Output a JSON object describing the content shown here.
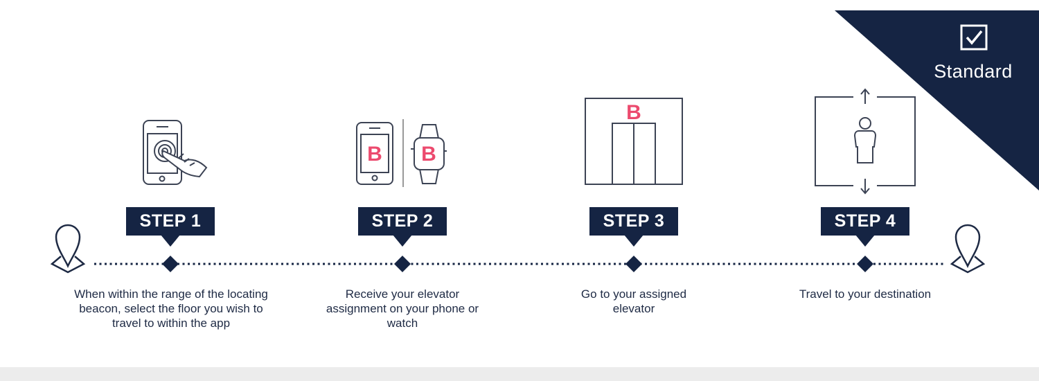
{
  "colors": {
    "navy": "#152443",
    "accent_pink": "#ec4a6e",
    "icon_stroke": "#3c4354"
  },
  "badge": {
    "icon": "checkbox-checked-icon",
    "label": "Standard"
  },
  "steps": [
    {
      "label": "STEP 1",
      "icon": "phone-tap-icon",
      "description": "When within the range of the locating beacon, select the floor you wish to travel to within the app"
    },
    {
      "label": "STEP 2",
      "icon": "phone-watch-icon",
      "icon_text": "B",
      "description": "Receive your elevator assignment on your phone or watch"
    },
    {
      "label": "STEP 3",
      "icon": "elevator-doors-icon",
      "icon_text": "B",
      "description": "Go to your assigned elevator"
    },
    {
      "label": "STEP 4",
      "icon": "elevator-person-icon",
      "description": "Travel to your destination"
    }
  ],
  "timeline": {
    "start_icon": "location-pin-icon",
    "end_icon": "location-pin-icon"
  }
}
